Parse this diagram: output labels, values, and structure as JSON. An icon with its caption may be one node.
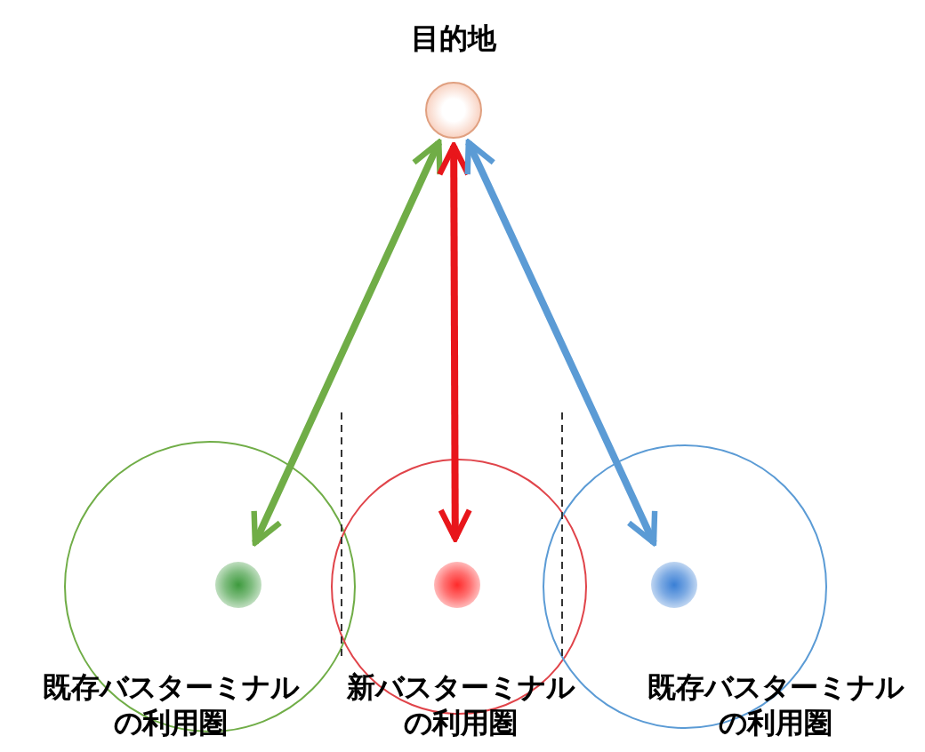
{
  "diagram": {
    "nodes": [
      {
        "text": [
          "目的地"
        ]
      },
      {
        "text": [
          "既存バスターミナルの利用圏"
        ]
      },
      {
        "text": [],
        "shape": "circle",
        "in": 1
      },
      {
        "text": [
          "新バスターミナルの利用圏"
        ]
      },
      {
        "text": [],
        "shape": "circle",
        "in": 3
      },
      {
        "text": [
          "既存バスターミナルの利用圏"
        ]
      },
      {
        "text": [],
        "shape": "circle",
        "in": 5
      }
    ],
    "edges": [
      {
        "from": 2,
        "to": 0,
        "arrow": "both",
        "color": "#70ad47"
      },
      {
        "from": 4,
        "to": 0,
        "arrow": "both",
        "color": "#e8161b"
      },
      {
        "from": 6,
        "to": 0,
        "arrow": "both",
        "color": "#5b9bd5"
      }
    ]
  }
}
